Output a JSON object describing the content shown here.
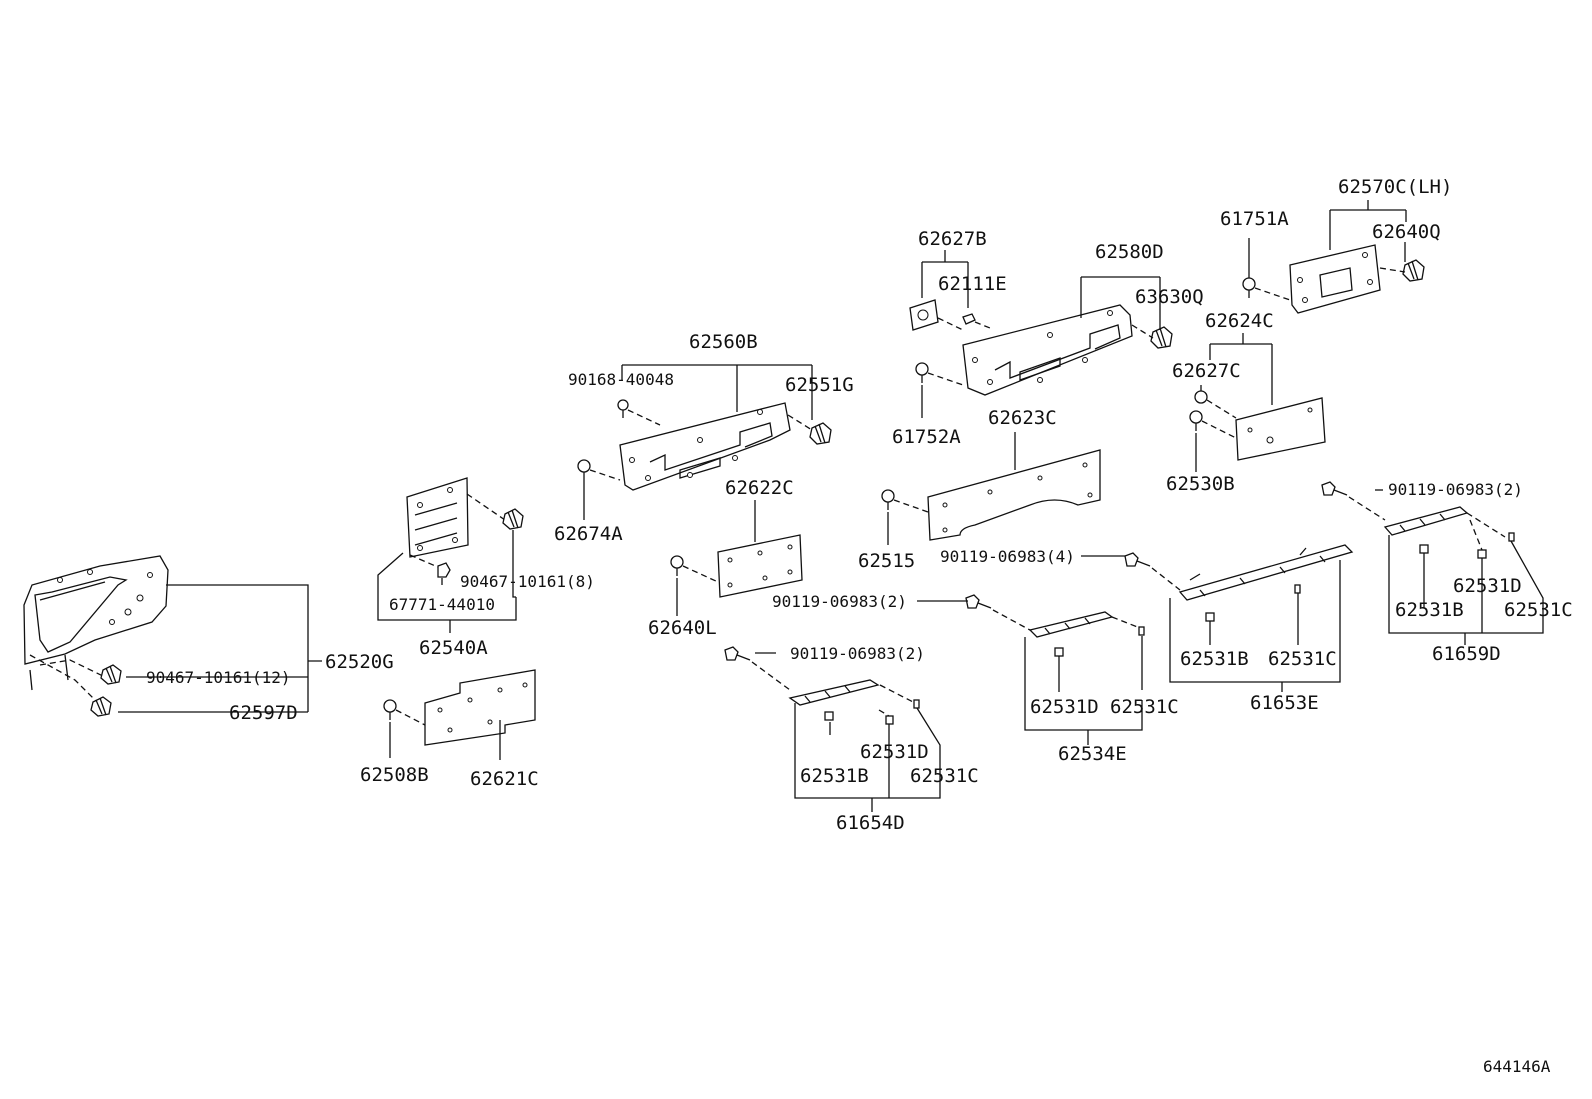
{
  "diagram": {
    "reference": "644146A",
    "labels": {
      "p62520G": "62520G",
      "p90467_10161_12": "90467-10161(12)",
      "p62597D": "62597D",
      "p62540A": "62540A",
      "p90467_10161_8": "90467-10161(8)",
      "p67771_44010": "67771-44010",
      "p62508B": "62508B",
      "p62621C": "62621C",
      "p62560B": "62560B",
      "p90168_40048": "90168-40048",
      "p62551G": "62551G",
      "p62674A": "62674A",
      "p62622C": "62622C",
      "p62640L": "62640L",
      "p90119_06983_2a": "90119-06983(2)",
      "p62531B_a": "62531B",
      "p62531D_a": "62531D",
      "p62531C_a": "62531C",
      "p61654D": "61654D",
      "p62627B": "62627B",
      "p62111E": "62111E",
      "p62580D": "62580D",
      "p63630Q": "63630Q",
      "p61752A": "61752A",
      "p62623C": "62623C",
      "p62515": "62515",
      "p90119_06983_2b": "90119-06983(2)",
      "p62531D_b": "62531D",
      "p62531C_b": "62531C",
      "p62534E": "62534E",
      "p90119_06983_4": "90119-06983(4)",
      "p62531B_c": "62531B",
      "p62531C_c": "62531C",
      "p61653E": "61653E",
      "p61751A": "61751A",
      "p62570C_LH": "62570C(LH)",
      "p62640Q": "62640Q",
      "p62624C": "62624C",
      "p62627C": "62627C",
      "p62530B": "62530B",
      "p90119_06983_2c": "90119-06983(2)",
      "p62531D_d": "62531D",
      "p62531B_d": "62531B",
      "p62531C_d": "62531C",
      "p61659D": "61659D"
    }
  }
}
